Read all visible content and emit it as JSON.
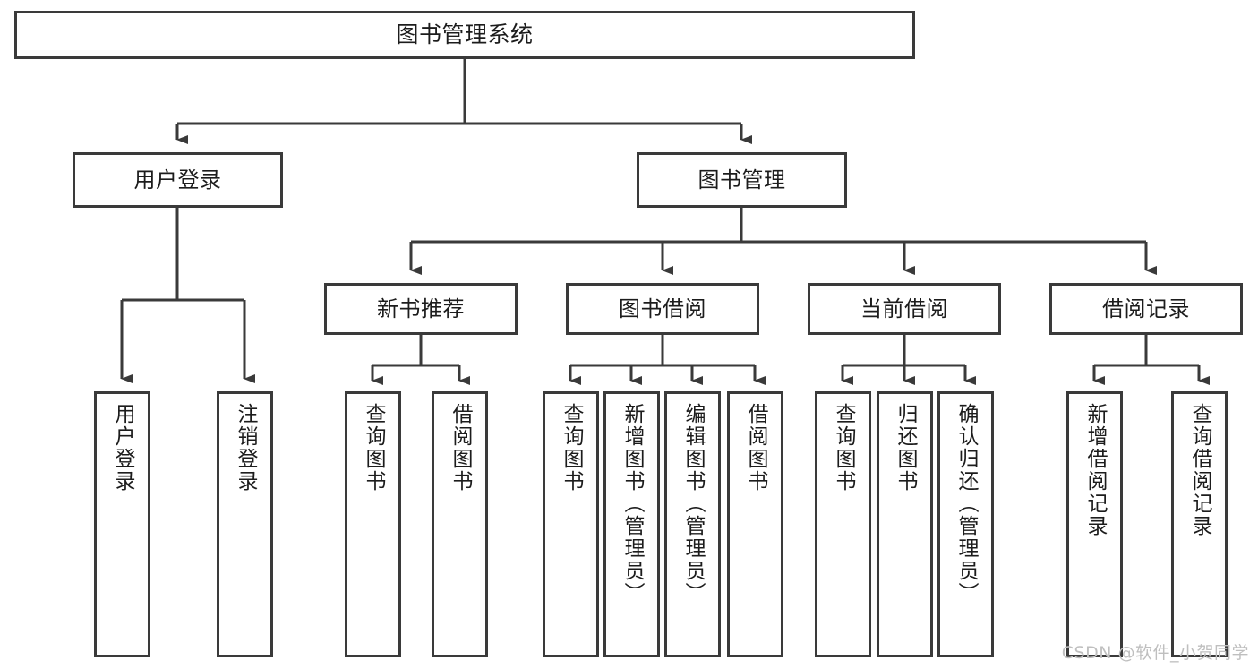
{
  "diagram": {
    "title": "图书管理系统",
    "type": "tree",
    "stroke_color": "#3a3a3a",
    "fill_color": "#ffffff",
    "text_color": "#1c1c1c",
    "watermark": "CSDN @软件_小贺同学",
    "watermark_color": "#bfbfbf"
  },
  "nodes": {
    "root": {
      "label": "图书管理系统"
    },
    "level2": [
      {
        "label": "用户登录"
      },
      {
        "label": "图书管理"
      }
    ],
    "level3": [
      {
        "label": "新书推荐"
      },
      {
        "label": "图书借阅"
      },
      {
        "label": "当前借阅"
      },
      {
        "label": "借阅记录"
      }
    ],
    "leaves": {
      "user_login": [
        {
          "label": "用户登录"
        },
        {
          "label": "注销登录"
        }
      ],
      "new_book_recommend": [
        {
          "label": "查询图书"
        },
        {
          "label": "借阅图书"
        }
      ],
      "book_borrow": [
        {
          "label": "查询图书"
        },
        {
          "label": "新增图书（管理员）"
        },
        {
          "label": "编辑图书（管理员）"
        },
        {
          "label": "借阅图书"
        }
      ],
      "current_borrow": [
        {
          "label": "查询图书"
        },
        {
          "label": "归还图书"
        },
        {
          "label": "确认归还（管理员）"
        }
      ],
      "borrow_record": [
        {
          "label": "新增借阅记录"
        },
        {
          "label": "查询借阅记录"
        }
      ]
    }
  }
}
